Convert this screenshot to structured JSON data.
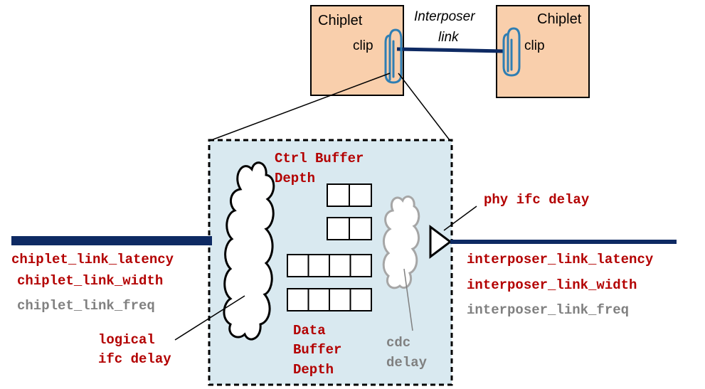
{
  "chiplet_left": {
    "title": "Chiplet",
    "clip_label": "clip"
  },
  "chiplet_right": {
    "title": "Chiplet",
    "clip_label": "clip"
  },
  "interposer_link": {
    "line1": "Interposer",
    "line2": "link"
  },
  "ctrl_buffer": {
    "line1": "Ctrl Buffer",
    "line2": "Depth"
  },
  "data_buffer": {
    "line1": "Data",
    "line2": "Buffer",
    "line3": "Depth"
  },
  "logical_ifc": {
    "line1": "logical",
    "line2": "ifc delay"
  },
  "cdc": {
    "line1": "cdc",
    "line2": "delay"
  },
  "phy_ifc": {
    "label": "phy ifc delay"
  },
  "left_params": {
    "latency": "chiplet_link_latency",
    "width": "chiplet_link_width",
    "freq": "chiplet_link_freq"
  },
  "right_params": {
    "latency": "interposer_link_latency",
    "width": "interposer_link_width",
    "freq": "interposer_link_freq"
  },
  "colors": {
    "chiplet_fill": "#f9cfac",
    "detail_fill": "#d9e9f0",
    "navy": "#0e2a63",
    "clip_blue": "#2f7eb3",
    "param_red": "#b30000",
    "param_gray": "#808080",
    "cdc_gray": "#a6a6a6"
  }
}
